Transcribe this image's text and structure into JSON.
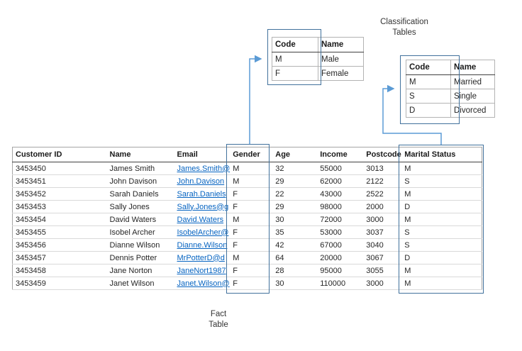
{
  "labels": {
    "classification_tables": "Classification\nTables",
    "fact_table": "Fact\nTable"
  },
  "colors": {
    "highlight_border": "#41719C",
    "connector": "#5B9BD5",
    "link": "#0563C1",
    "table_border": "#A6A6A6",
    "row_border": "#D9D9D9",
    "header_border": "#404040"
  },
  "gender_table": {
    "headers": [
      "Code",
      "Name"
    ],
    "rows": [
      [
        "M",
        "Male"
      ],
      [
        "F",
        "Female"
      ]
    ]
  },
  "marital_table": {
    "headers": [
      "Code",
      "Name"
    ],
    "rows": [
      [
        "M",
        "Married"
      ],
      [
        "S",
        "Single"
      ],
      [
        "D",
        "Divorced"
      ]
    ]
  },
  "fact_table": {
    "headers": [
      "Customer ID",
      "Name",
      "Email",
      "Gender",
      "Age",
      "Income",
      "Postcode",
      "Marital Status"
    ],
    "rows": [
      [
        "3453450",
        "James Smith",
        "James.Smith@",
        "M",
        "32",
        "55000",
        "3013",
        "M"
      ],
      [
        "3453451",
        "John Davison",
        "John.Davison",
        "M",
        "29",
        "62000",
        "2122",
        "S"
      ],
      [
        "3453452",
        "Sarah Daniels",
        "Sarah.Daniels",
        "F",
        "22",
        "43000",
        "2522",
        "M"
      ],
      [
        "3453453",
        "Sally Jones",
        "Sally.Jones@g",
        "F",
        "29",
        "98000",
        "2000",
        "D"
      ],
      [
        "3453454",
        "David Waters",
        "David.Waters",
        "M",
        "30",
        "72000",
        "3000",
        "M"
      ],
      [
        "3453455",
        "Isobel Archer",
        "IsobelArcher@",
        "F",
        "35",
        "53000",
        "3037",
        "S"
      ],
      [
        "3453456",
        "Dianne Wilson",
        "Dianne.Wilson",
        "F",
        "42",
        "67000",
        "3040",
        "S"
      ],
      [
        "3453457",
        "Dennis Potter",
        "MrPotterD@d",
        "M",
        "64",
        "20000",
        "3067",
        "D"
      ],
      [
        "3453458",
        "Jane Norton",
        "JaneNort1987",
        "F",
        "28",
        "95000",
        "3055",
        "M"
      ],
      [
        "3453459",
        "Janet Wilson",
        "Janet.Wilson@",
        "F",
        "30",
        "110000",
        "3000",
        "M"
      ]
    ]
  }
}
